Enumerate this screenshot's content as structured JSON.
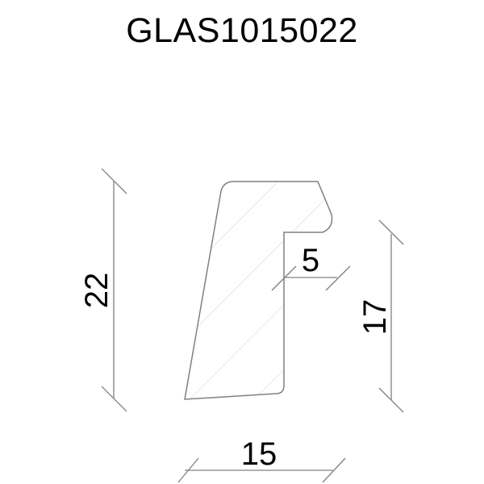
{
  "title": "GLAS1015022",
  "dimensions": {
    "height_total": "22",
    "height_inner": "17",
    "rebate_width": "5",
    "width_total": "15"
  },
  "colors": {
    "outline": "#808080",
    "dimension_line": "#808080",
    "hatch": "#e6e6e6",
    "text": "#000000"
  }
}
